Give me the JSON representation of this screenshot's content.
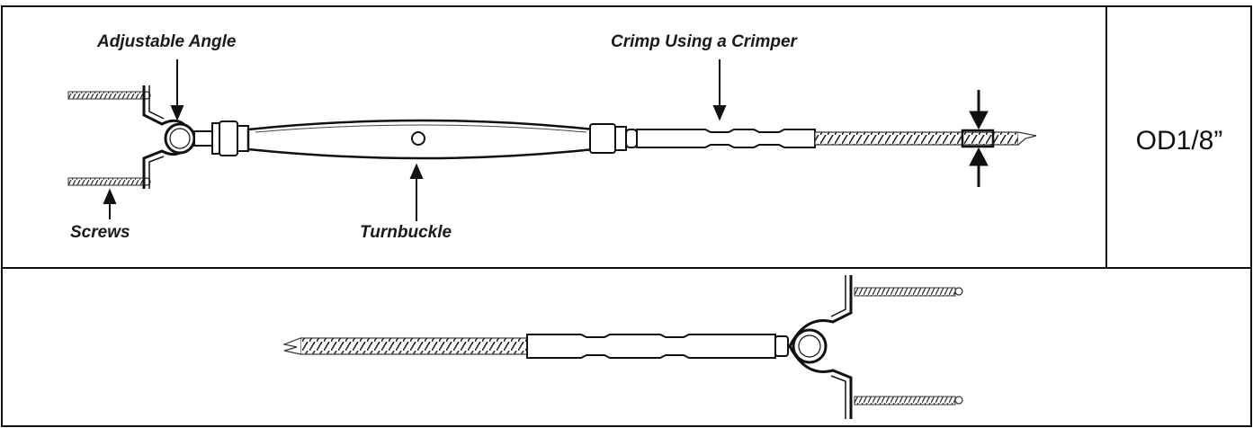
{
  "labels": {
    "adjustable_angle": "Adjustable Angle",
    "crimp": "Crimp Using a Crimper",
    "screws": "Screws",
    "turnbuckle": "Turnbuckle"
  },
  "size_label": "OD1/8”"
}
